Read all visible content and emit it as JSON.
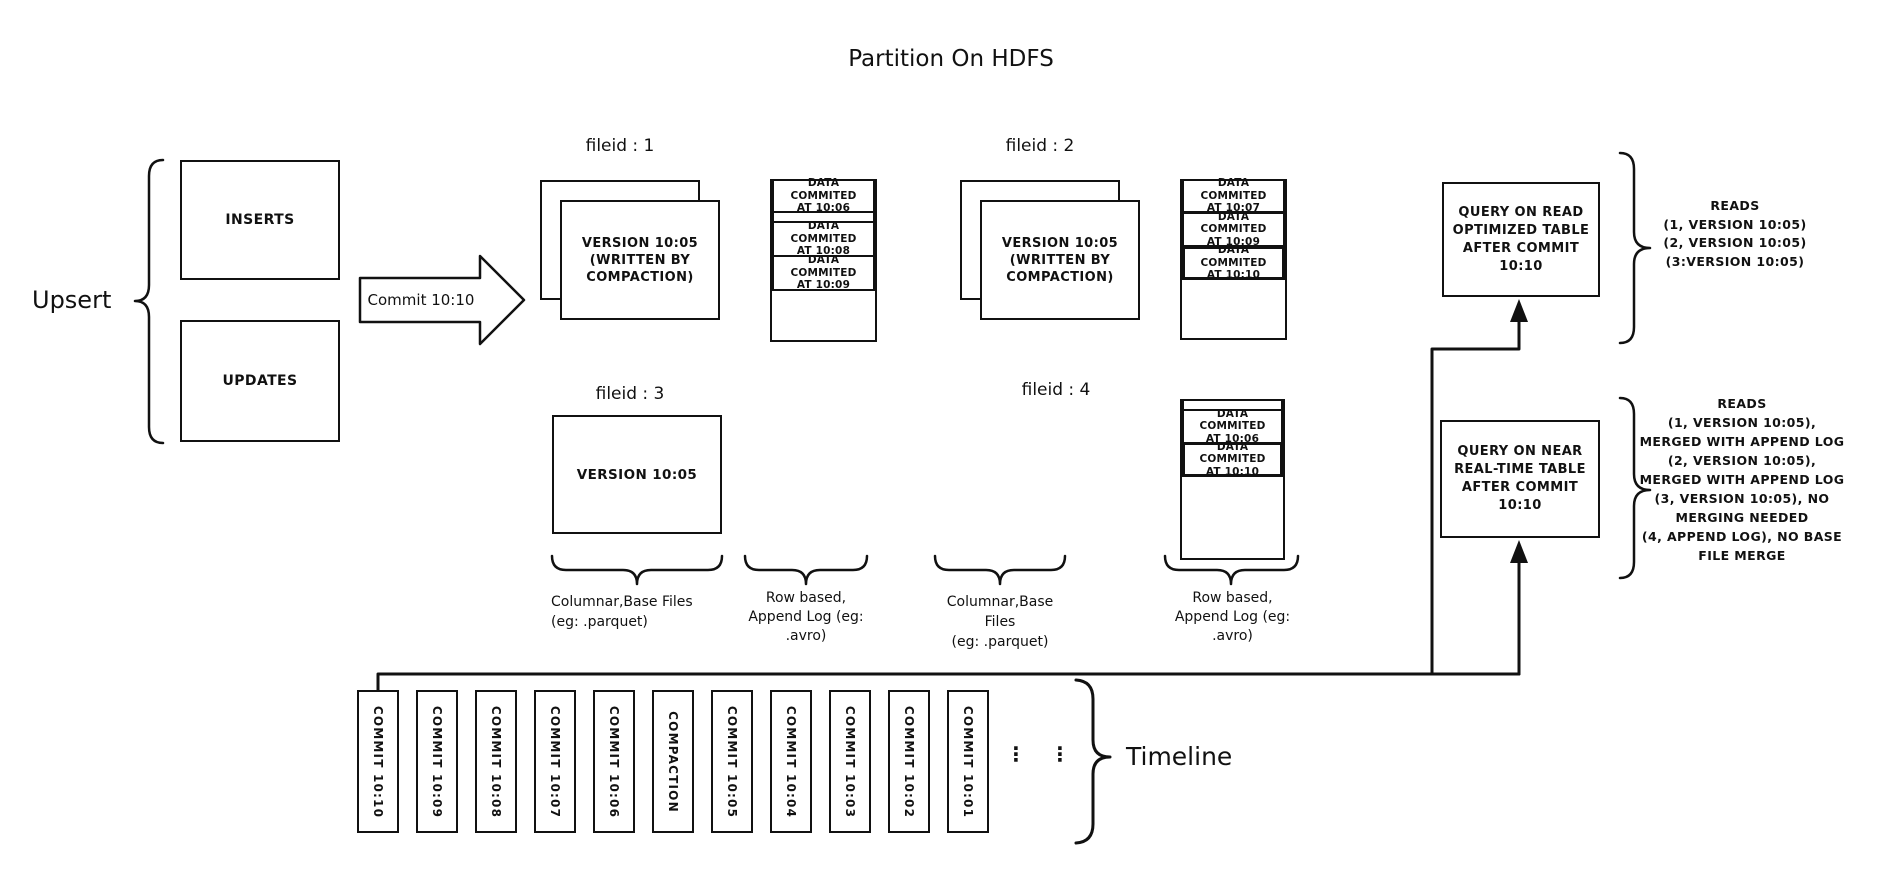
{
  "title": "Partition On HDFS",
  "upsert": {
    "label": "Upsert",
    "inserts_label": "INSERTS",
    "updates_label": "UPDATES",
    "commit_arrow_label": "Commit 10:10"
  },
  "file_group_1": {
    "label": "fileid : 1",
    "base_file_text": "VERSION 10:05\n(WRITTEN BY\nCOMPACTION)",
    "log_entries": [
      "DATA COMMITED\nAT 10:06",
      "DATA COMMITED\nAT 10:08",
      "DATA COMMITED\nAT 10:09"
    ]
  },
  "file_group_2": {
    "label": "fileid : 2",
    "base_file_text": "VERSION 10:05\n(WRITTEN BY\nCOMPACTION)",
    "log_entries": [
      "DATA COMMITED\nAT 10:07",
      "DATA COMMITED\nAT 10:09",
      "DATA COMMITED\nAT 10:10"
    ]
  },
  "file_group_3": {
    "label": "fileid : 3",
    "base_file_text": "VERSION 10:05"
  },
  "file_group_4": {
    "label": "fileid : 4",
    "log_entries": [
      "DATA COMMITED\nAT 10:06",
      "DATA COMMITED\nAT 10:10"
    ]
  },
  "captions": {
    "columnar_1": "Columnar,Base Files\n(eg: .parquet)",
    "row_based_1": "Row based,\nAppend Log  (eg:\n.avro)",
    "columnar_2": "Columnar,Base Files\n(eg: .parquet)",
    "row_based_2": "Row based,\nAppend Log  (eg:\n.avro)"
  },
  "queries": {
    "read_optimized": {
      "box_text": "QUERY ON READ\nOPTIMIZED TABLE\nAFTER COMMIT\n10:10",
      "reads_text": "READS\n(1, VERSION 10:05)\n(2, VERSION 10:05)\n(3:VERSION 10:05)"
    },
    "near_real_time": {
      "box_text": "QUERY ON NEAR\nREAL-TIME TABLE\nAFTER COMMIT\n10:10",
      "reads_text": "READS\n(1, VERSION 10:05),\nMERGED WITH APPEND LOG\n(2, VERSION 10:05),\nMERGED WITH APPEND LOG\n(3, VERSION 10:05), NO\nMERGING NEEDED\n(4, APPEND LOG), NO BASE\nFILE MERGE"
    }
  },
  "timeline": {
    "label": "Timeline",
    "ellipsis": "⋮",
    "items": [
      "COMMIT 10:10",
      "COMMIT 10:09",
      "COMMIT 10:08",
      "COMMIT 10:07",
      "COMMIT 10:06",
      "COMPACTION",
      "COMMIT 10:05",
      "COMMIT 10:04",
      "COMMIT 10:03",
      "COMMIT 10:02",
      "COMMIT 10:01"
    ]
  },
  "colors": {
    "ink": "#111111",
    "background": "#ffffff"
  }
}
